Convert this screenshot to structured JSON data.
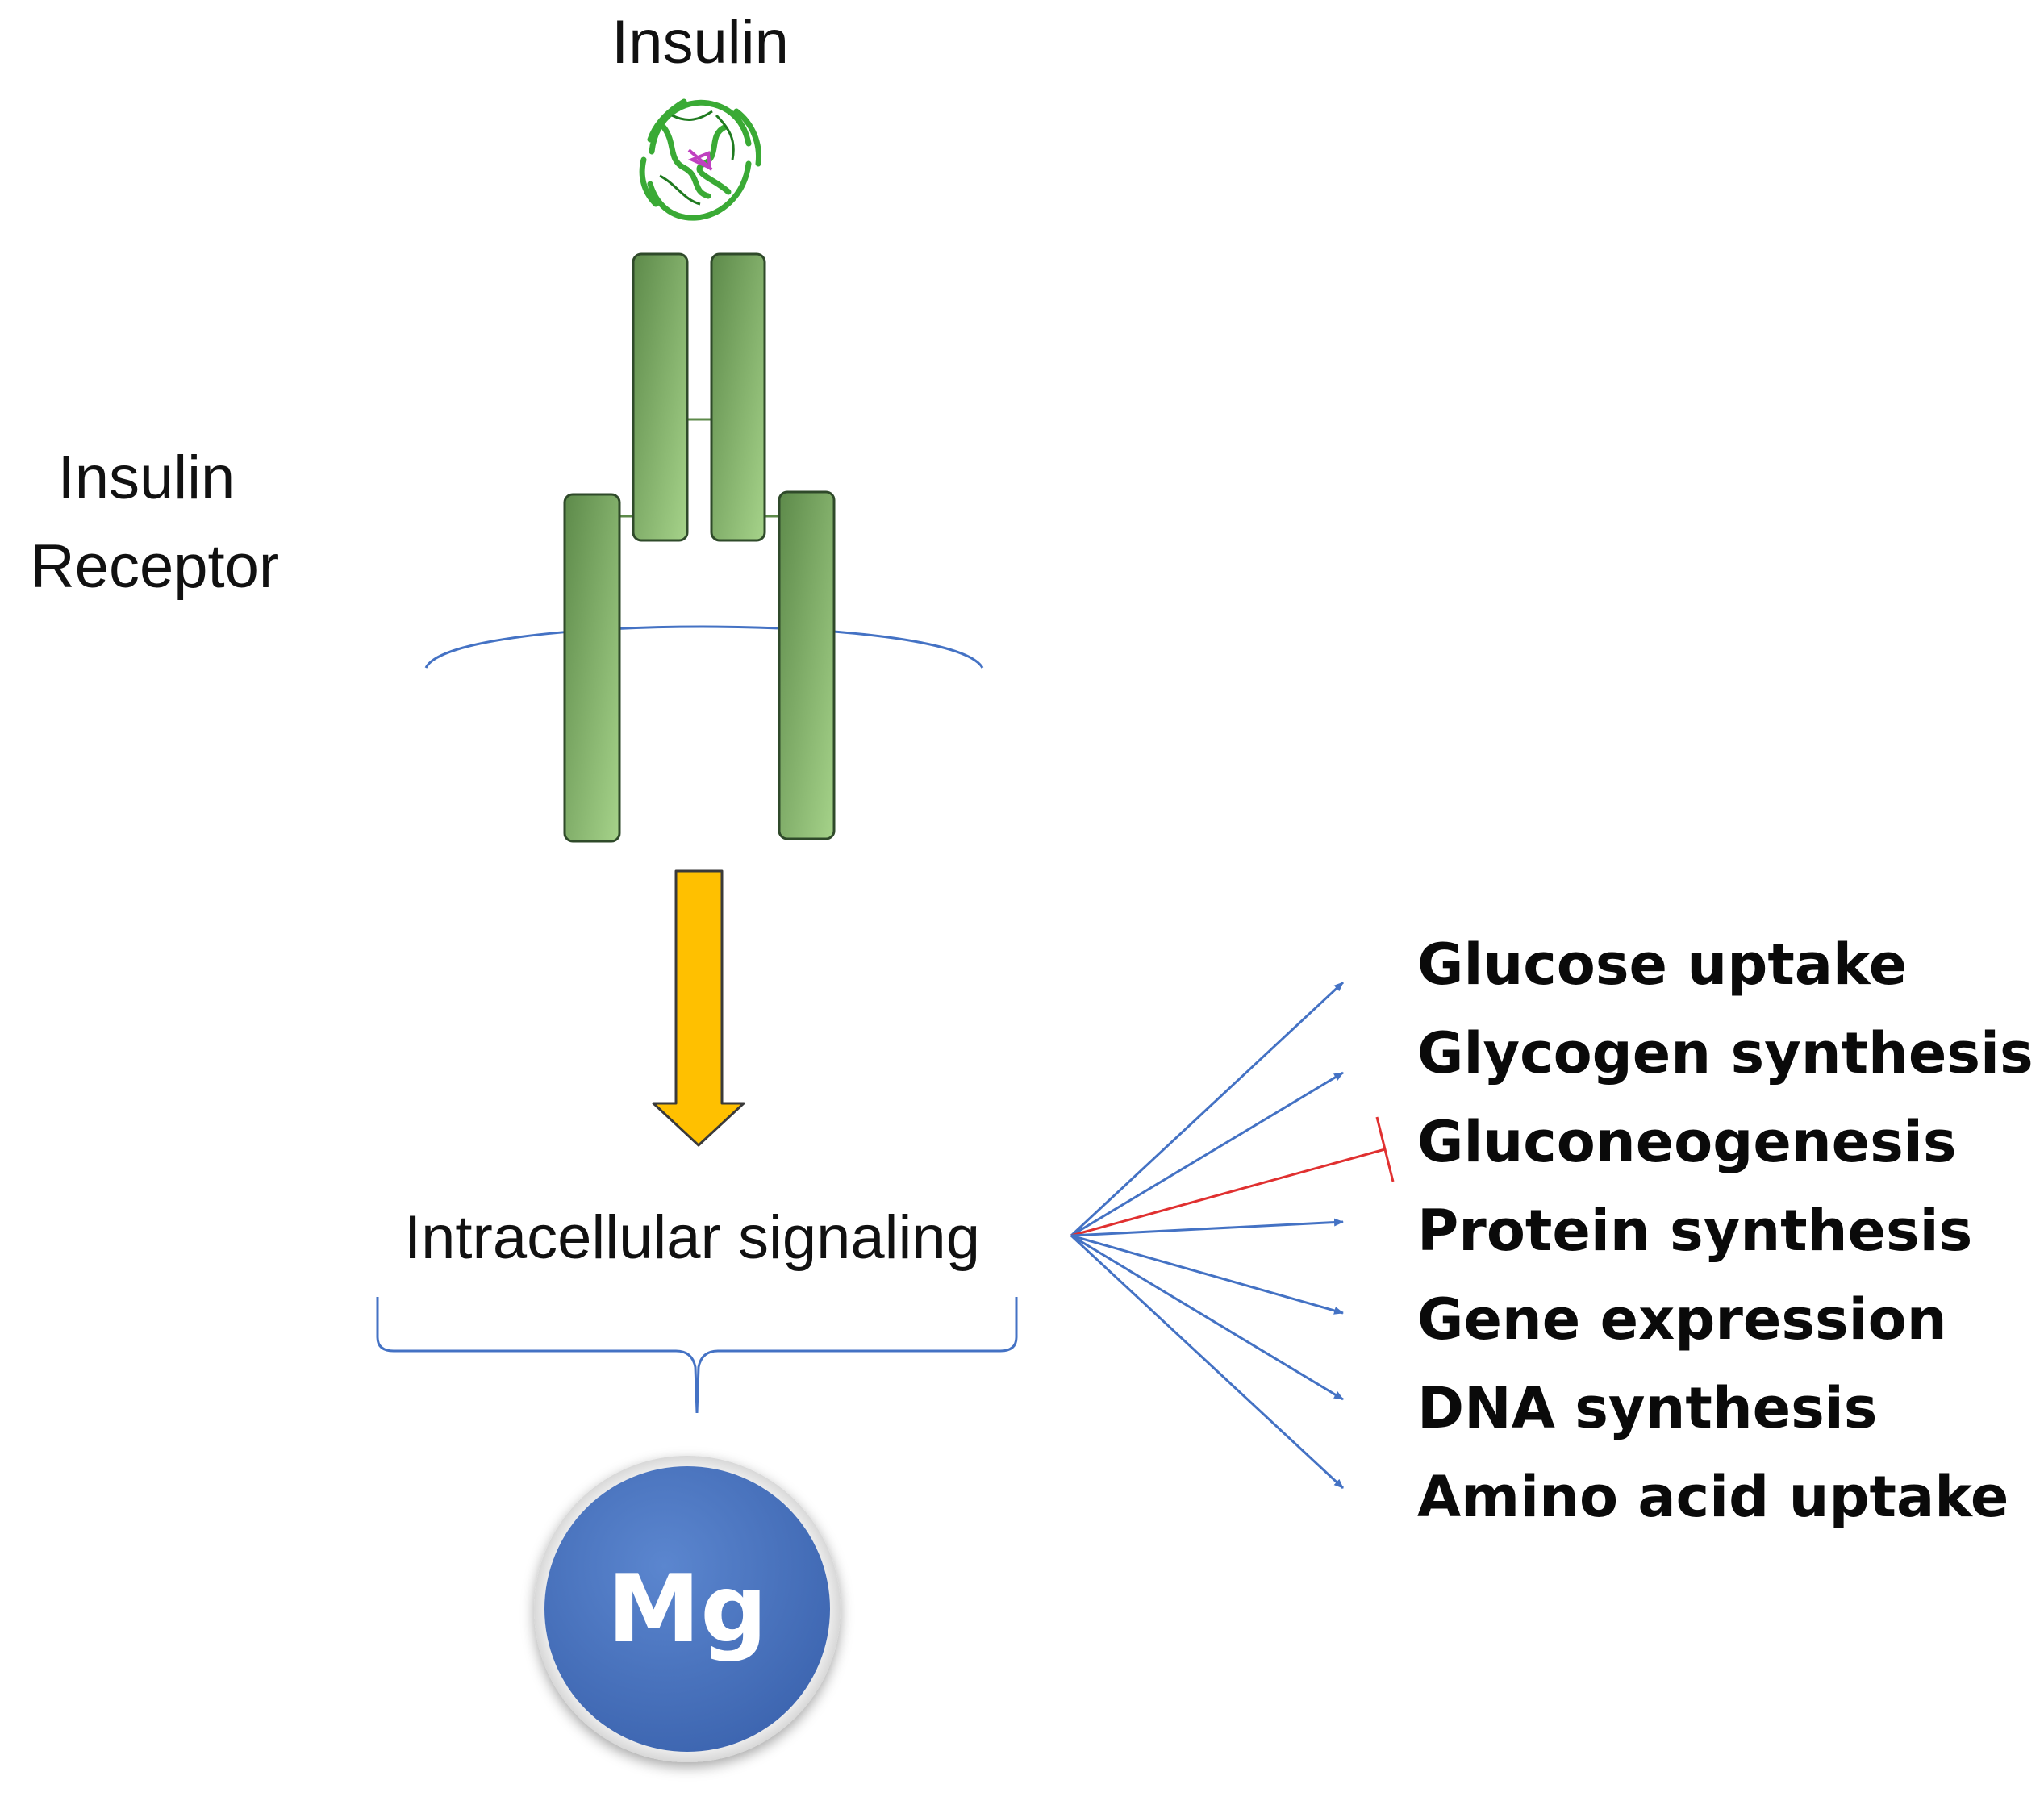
{
  "labels": {
    "insulin": "Insulin",
    "receptor_line1": "Insulin",
    "receptor_line2": "Receptor",
    "signaling": "Intracellular signaling",
    "magnesium": "Mg"
  },
  "outcomes": [
    {
      "text": "Glucose uptake",
      "effect": "stimulate"
    },
    {
      "text": "Glycogen synthesis",
      "effect": "stimulate"
    },
    {
      "text": "Gluconeogenesis",
      "effect": "inhibit"
    },
    {
      "text": "Protein synthesis",
      "effect": "stimulate"
    },
    {
      "text": "Gene expression",
      "effect": "stimulate"
    },
    {
      "text": "DNA synthesis",
      "effect": "stimulate"
    },
    {
      "text": "Amino acid uptake",
      "effect": "stimulate"
    }
  ],
  "colors": {
    "receptor_dark": "#5d8a4a",
    "receptor_light": "#a6d38a",
    "receptor_stroke": "#2f4a2a",
    "membrane": "#4472c4",
    "down_arrow": "#ffc000",
    "stimulate_arrow": "#4472c4",
    "inhibit_line": "#e03030",
    "mg_circle": "#4472c4",
    "insulin_protein": "#3aaa35",
    "insulin_core": "#c040c0"
  },
  "icons": {
    "insulin_molecule": "protein-structure-icon",
    "mg_ion": "circle-badge-icon"
  }
}
